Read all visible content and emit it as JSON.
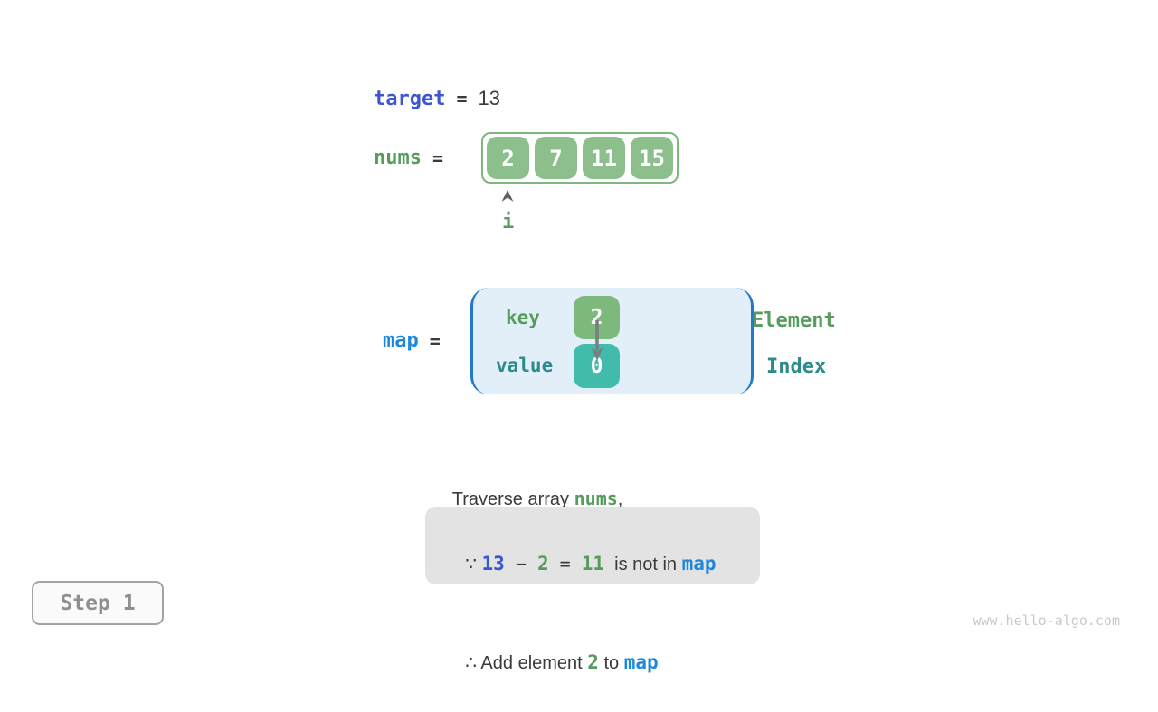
{
  "target": {
    "label": "target",
    "equals": "=",
    "value": "13"
  },
  "nums": {
    "label": "nums",
    "equals": "=",
    "values": [
      "2",
      "7",
      "11",
      "15"
    ],
    "pointer_label": "i",
    "pointer_index": 0
  },
  "map": {
    "label": "map",
    "equals": "=",
    "key_label": "key",
    "value_label": "value",
    "key_value": "2",
    "index_value": "0",
    "element_label": "Element",
    "index_label": "Index"
  },
  "caption": {
    "prefix": "Traverse array ",
    "nums_word": "nums",
    "suffix": ","
  },
  "proof": {
    "line1": {
      "because": "∵ ",
      "operand1": "13",
      "minus": " − ",
      "operand2": "2",
      "equals": " = ",
      "result": "11",
      "text": "  is not in ",
      "map_word": "map"
    },
    "line2": {
      "therefore": "∴ ",
      "text_before": "Add element ",
      "element": "2",
      "text_mid": " to ",
      "map_word": "map"
    }
  },
  "step": {
    "label": "Step 1"
  },
  "watermark": "www.hello-algo.com",
  "colors": {
    "green_text": "#579C5D",
    "green_box": "#8CBF8C",
    "green_box_border": "#7EB87E",
    "key_box": "#7DB97D",
    "teal_box": "#41BBAC",
    "teal_text": "#2E8B8B",
    "blue_accent": "#1E88DC",
    "royal_blue": "#3C55D0",
    "map_fill": "#E2EFF9",
    "map_border": "#2478C8",
    "dark_text": "#3A3A3A",
    "gray_arrow": "#7D7D7D",
    "proof_bg": "#E3E3E3",
    "step_text": "#8F8F8F",
    "watermark": "#C9C9C9"
  }
}
